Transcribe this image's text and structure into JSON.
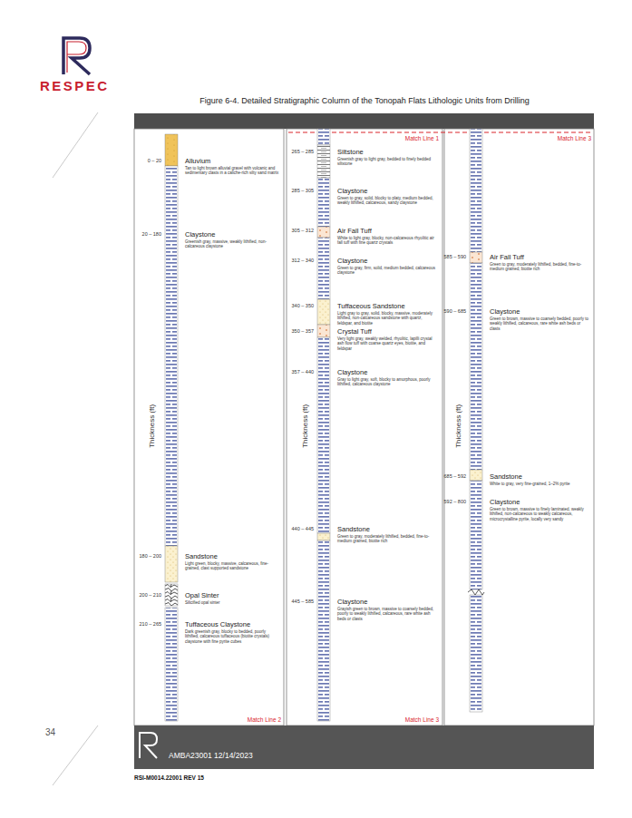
{
  "diagram": {
    "title": "Figure 6-4. Detailed Stratigraphic Column of the Tonopah Flats Lithologic Units from Drilling",
    "nodes": [
      {
        "text": [
          "0 – 20",
          "Alluvium",
          "Tan to light brown alluvial gravel with volcanic and sedimentary clasts in a caliche-rich silty sand matrix"
        ]
      },
      {
        "text": [
          "20 – 180",
          "Claystone",
          "Greenish gray, massive, weakly lithified, non-calcareous claystone"
        ]
      },
      {
        "text": [
          "180 – 200",
          "Sandstone",
          "Light green, blocky, massive, calcareous, fine-grained, clast supported sandstone"
        ]
      },
      {
        "text": [
          "200 – 210",
          "Opal Sinter",
          "Silicified opal sinter"
        ]
      },
      {
        "text": [
          "210 – 265",
          "Tuffaceous Claystone",
          "Dark greenish gray, blocky to bedded, poorly lithified, calcareous tuffaceous (biotite crystals) claystone with fine pyrite cubes"
        ]
      },
      {
        "text": [
          "265 – 285",
          "Siltstone",
          "Greenish gray to light gray, bedded to finely bedded siltstone"
        ]
      },
      {
        "text": [
          "285 – 305",
          "Claystone",
          "Green to gray, solid, blocky to platy, medium bedded, weakly lithified, calcareous, sandy claystone"
        ]
      },
      {
        "text": [
          "305 – 312",
          "Air Fall Tuff",
          "White to light gray, blocky, non-calcareous rhyolitic air fall tuff with fine quartz crystals"
        ]
      },
      {
        "text": [
          "312 – 340",
          "Claystone",
          "Green to gray, firm, solid, medium bedded, calcareous claystone"
        ]
      },
      {
        "text": [
          "340 – 350",
          "Tuffaceous Sandstone",
          "Light gray to gray, solid, blocky, massive, moderately lithified, non-calcareous sandstone with quartz, feldspar, and biotite"
        ]
      },
      {
        "text": [
          "350 – 357",
          "Crystal Tuff",
          "Very light gray, weakly welded, rhyolitic, lapilli crystal ash flow tuff with coarse quartz eyes, biotite, and feldspar"
        ]
      },
      {
        "text": [
          "357 – 440",
          "Claystone",
          "Gray to light gray, soft, blocky to amorphous, poorly lithified, calcareous claystone"
        ]
      },
      {
        "text": [
          "440 – 445",
          "Sandstone",
          "Green to gray, moderately lithified, bedded, fine-to-medium grained, biotite rich"
        ]
      },
      {
        "text": [
          "445 – 585",
          "Claystone",
          "Grayish green to brown, massive to coarsely bedded, poorly to weakly lithified, calcareous, rare white ash beds or clasts"
        ]
      },
      {
        "text": [
          "585 – 590",
          "Air Fall Tuff",
          "Green to gray, moderately lithified, bedded, fine-to-medium grained, biotite rich"
        ]
      },
      {
        "text": [
          "590 – 685",
          "Claystone",
          "Green to brown, massive to coarsely bedded, poorly to weakly lithified, calcareous, rare white ash beds or clasts"
        ]
      },
      {
        "text": [
          "685 – 592",
          "Sandstone",
          "White to gray, very fine-grained, 1–2% pyrite"
        ]
      },
      {
        "text": [
          "592 – 800",
          "Claystone",
          "Green to brown, massive to finely laminated, weakly lithified, non-calcareous to weakly calcareous, microcrystalline pyrite, locally very sandy"
        ]
      }
    ],
    "labels": [
      "RESPEC",
      "Thickness (ft)",
      "Thickness (ft)",
      "Thickness (ft)",
      "Match Line 1",
      "Match Line 3",
      "Match Line 2",
      "Match Line 3",
      "34",
      "AMBA23001 12/14/2023",
      "RSI-M0014.22001 REV 15"
    ]
  }
}
